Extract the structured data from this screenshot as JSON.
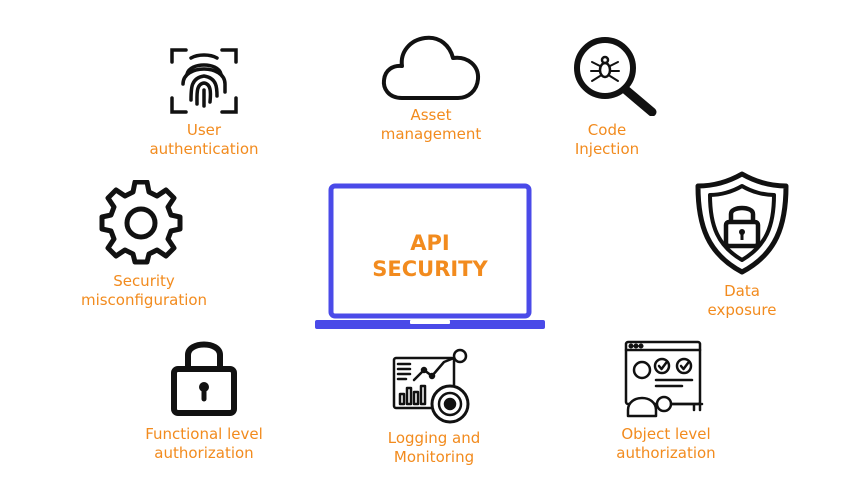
{
  "colors": {
    "label": "#f28b1e",
    "laptop": "#4a4ae8",
    "icon": "#111111"
  },
  "center": {
    "line1": "API",
    "line2": "SECURITY"
  },
  "items": [
    {
      "icon": "fingerprint-icon",
      "line1": "User",
      "line2": "authentication"
    },
    {
      "icon": "cloud-icon",
      "line1": "Asset",
      "line2": "management"
    },
    {
      "icon": "bug-search-icon",
      "line1": "Code",
      "line2": "Injection"
    },
    {
      "icon": "gear-icon",
      "line1": "Security",
      "line2": "misconfiguration"
    },
    {
      "icon": "shield-lock-icon",
      "line1": "Data",
      "line2": "exposure"
    },
    {
      "icon": "padlock-icon",
      "line1": "Functional level",
      "line2": "authorization"
    },
    {
      "icon": "monitoring-dashboard-icon",
      "line1": "Logging and",
      "line2": "Monitoring"
    },
    {
      "icon": "user-key-document-icon",
      "line1": "Object level",
      "line2": "authorization"
    }
  ]
}
